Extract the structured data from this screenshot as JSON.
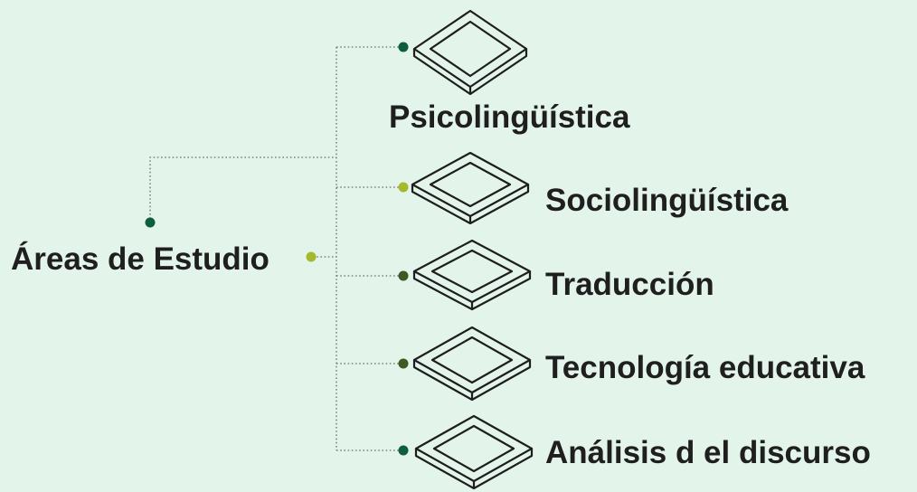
{
  "diagram": {
    "root": {
      "label": "Áreas de Estudio"
    },
    "branches": [
      {
        "label": "Psicolingüística"
      },
      {
        "label": "Sociolingüística"
      },
      {
        "label": "Traducción"
      },
      {
        "label": "Tecnología educativa"
      },
      {
        "label": "Análisis d el discurso"
      }
    ]
  },
  "colors": {
    "background": "#e3f4ea",
    "text": "#1f1f1f",
    "connector": "#6e6e6e",
    "dot_dark_green": "#0e5e3d",
    "dot_lime": "#a6b82c",
    "dot_olive": "#3d5a23",
    "diamond_stroke": "#1e1e1e"
  },
  "icons": {
    "branch_marker": "diamond-frame-icon"
  }
}
